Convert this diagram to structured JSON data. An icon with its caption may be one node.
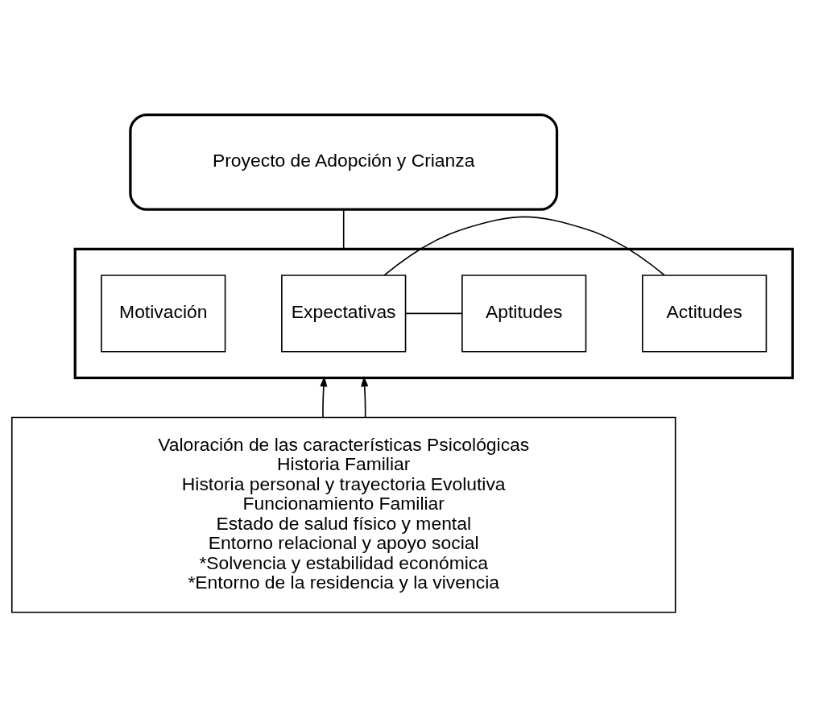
{
  "diagram": {
    "nodes": [
      {
        "text": [
          "Proyecto de Adopción y Crianza"
        ]
      },
      {
        "text": [],
        "shape": "box"
      },
      {
        "text": [
          "Actitudes"
        ],
        "in": 1
      },
      {
        "text": [
          "Aptitudes"
        ],
        "in": 1
      },
      {
        "text": [
          "Expectativas"
        ],
        "in": 1
      },
      {
        "text": [
          "Motivación"
        ],
        "in": 1
      },
      {
        "text": [
          "Valoración de las características Psicológicas",
          "Historia Familiar",
          "Historia personal y trayectoria Evolutiva",
          "Funcionamiento Familiar",
          "Estado de salud físico y mental",
          "Entorno relacional y apoyo social",
          "*Solvencia y estabilidad económica",
          "*Entorno de la residencia y la vivencia"
        ]
      }
    ],
    "edges": [
      {
        "from": 0,
        "to": 1,
        "arrow": "none"
      },
      {
        "from": 2,
        "to": 4,
        "arrow": "none"
      },
      {
        "from": 3,
        "to": 4,
        "arrow": "none"
      },
      {
        "from": 6,
        "to": 1,
        "arrow": "to"
      },
      {
        "from": 6,
        "to": 1,
        "arrow": "to"
      }
    ]
  }
}
